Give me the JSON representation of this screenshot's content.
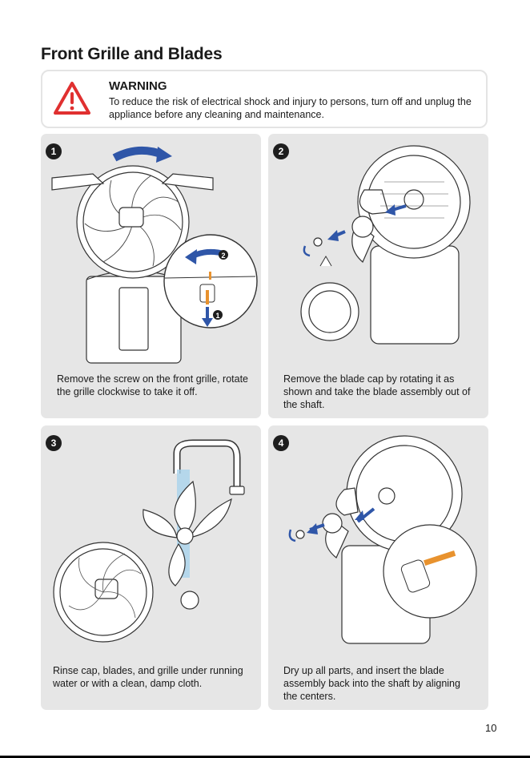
{
  "page": {
    "title": "Front Grille and Blades",
    "page_number": "10"
  },
  "warning": {
    "heading": "WARNING",
    "text": "To reduce the risk of electrical shock and injury to persons, turn off and unplug the appliance before any cleaning and maintenance.",
    "icon": "warning-triangle-icon",
    "color": "#e03030"
  },
  "steps": [
    {
      "number": "1",
      "caption": "Remove the screw on the front grille, rotate the grille clockwise to take it off.",
      "callouts": [
        "1",
        "2"
      ]
    },
    {
      "number": "2",
      "caption": "Remove the blade cap by rotating it as shown and take the blade assembly out of the shaft."
    },
    {
      "number": "3",
      "caption": "Rinse cap, blades, and grille under running water or with a clean, damp cloth."
    },
    {
      "number": "4",
      "caption": "Dry up all parts, and insert the blade assembly back into the shaft by aligning the centers."
    }
  ],
  "colors": {
    "arrow": "#2f56a8",
    "panel": "#e6e6e6",
    "screw": "#e8922e",
    "water": "#a9d3ec"
  }
}
